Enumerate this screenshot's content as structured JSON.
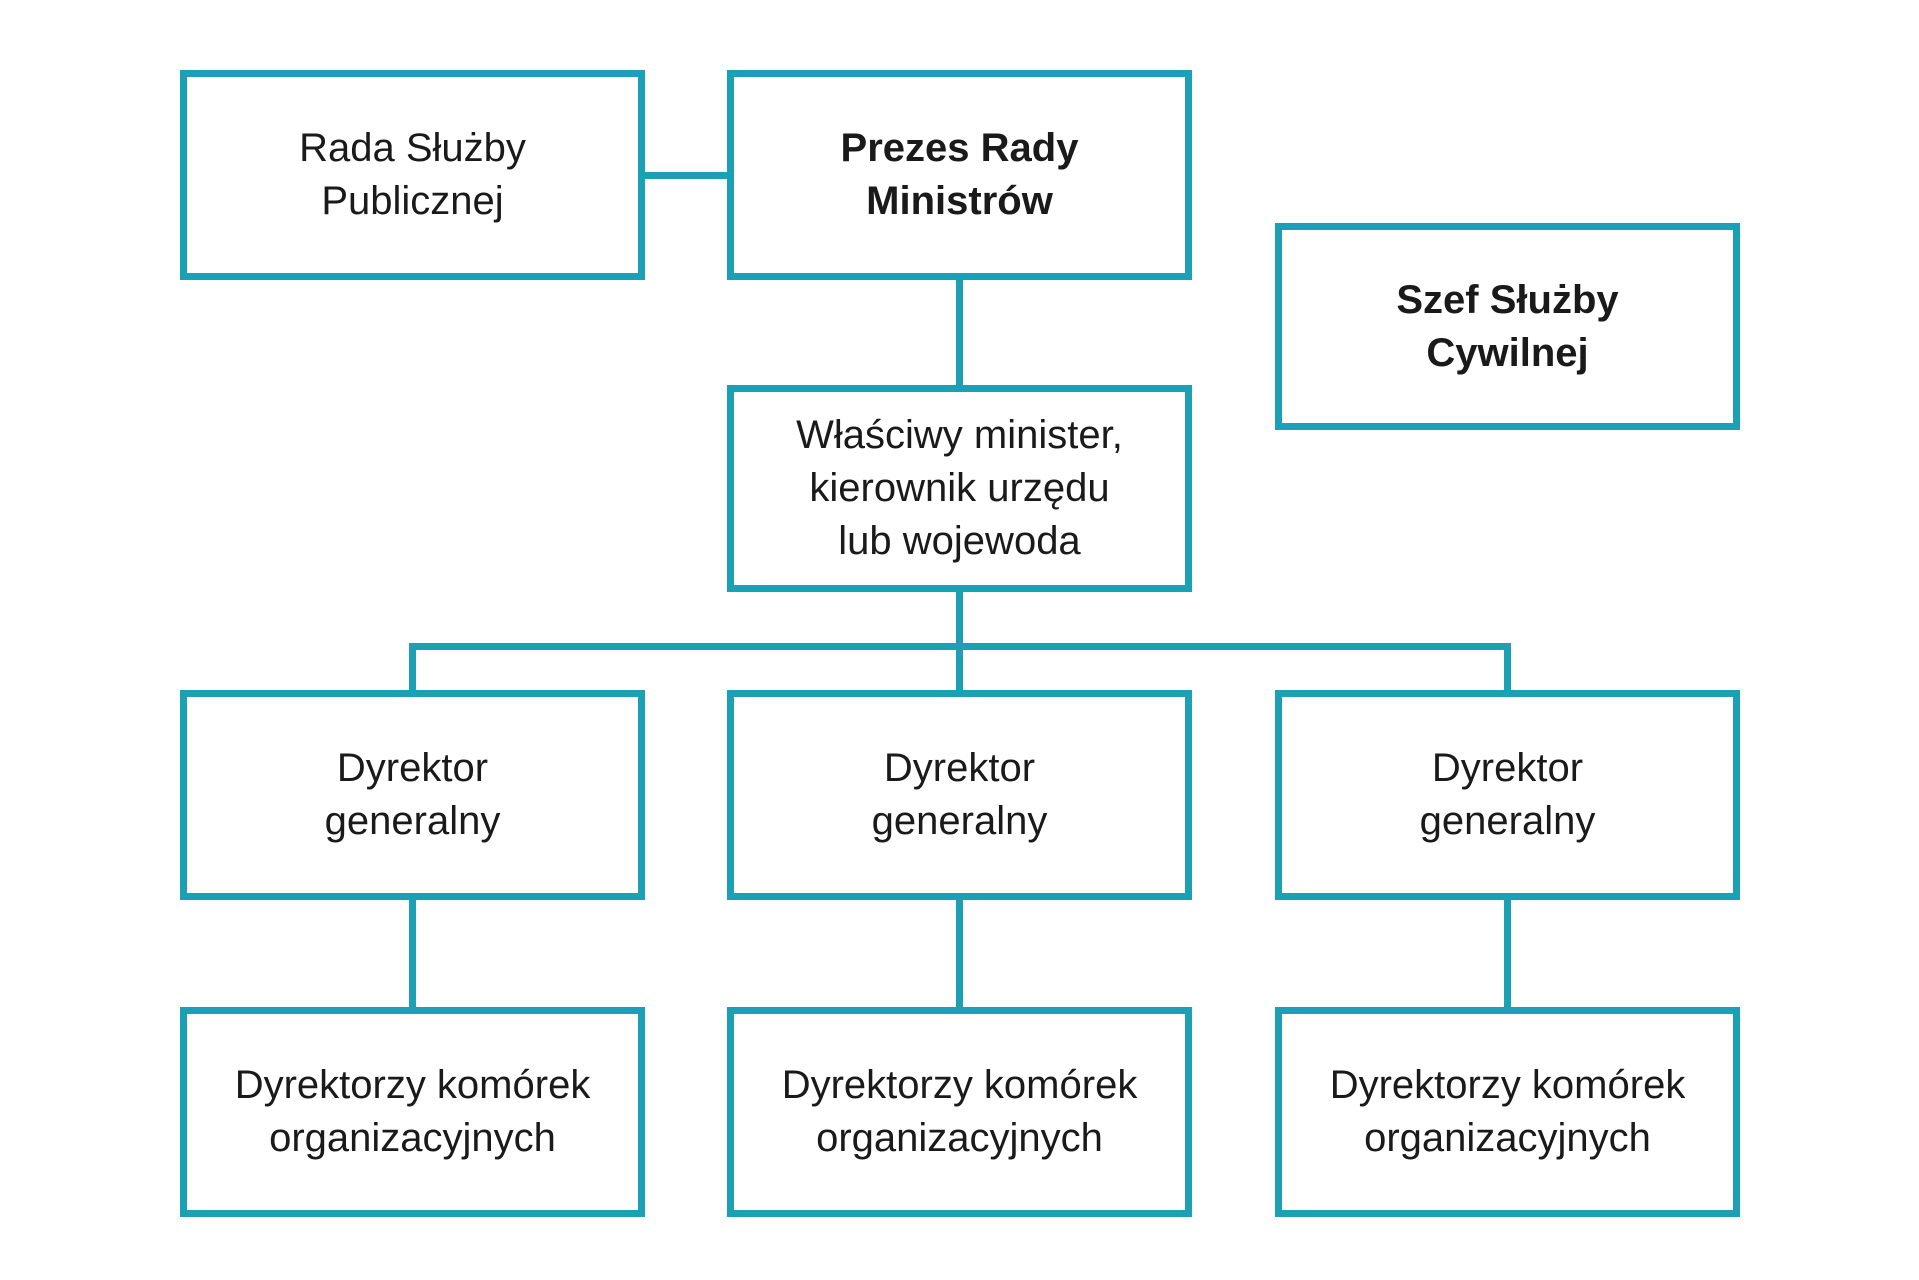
{
  "colors": {
    "accent": "#1BA0B6",
    "text": "#1A1A1A",
    "background": "#FFFFFF"
  },
  "nodes": {
    "rada": {
      "lines": [
        "Rada Służby",
        "Publicznej"
      ],
      "bold": false
    },
    "prezes": {
      "lines": [
        "Prezes Rady",
        "Ministrów"
      ],
      "bold": true
    },
    "szef": {
      "lines": [
        "Szef Służby",
        "Cywilnej"
      ],
      "bold": true
    },
    "minister": {
      "lines": [
        "Właściwy minister,",
        "kierownik urzędu",
        "lub wojewoda"
      ],
      "bold": false
    },
    "dyrektor1": {
      "lines": [
        "Dyrektor",
        "generalny"
      ],
      "bold": false
    },
    "dyrektor2": {
      "lines": [
        "Dyrektor",
        "generalny"
      ],
      "bold": false
    },
    "dyrektor3": {
      "lines": [
        "Dyrektor",
        "generalny"
      ],
      "bold": false
    },
    "org1": {
      "lines": [
        "Dyrektorzy komórek",
        "organizacyjnych"
      ],
      "bold": false
    },
    "org2": {
      "lines": [
        "Dyrektorzy komórek",
        "organizacyjnych"
      ],
      "bold": false
    },
    "org3": {
      "lines": [
        "Dyrektorzy komórek",
        "organizacyjnych"
      ],
      "bold": false
    }
  },
  "edges": [
    {
      "from": "Rada Służby Publicznej",
      "to": "Prezes Rady Ministrów"
    },
    {
      "from": "Prezes Rady Ministrów",
      "to": "Właściwy minister, kierownik urzędu lub wojewoda"
    },
    {
      "from": "Właściwy minister, kierownik urzędu lub wojewoda",
      "to": "Dyrektor generalny (1)"
    },
    {
      "from": "Właściwy minister, kierownik urzędu lub wojewoda",
      "to": "Dyrektor generalny (2)"
    },
    {
      "from": "Właściwy minister, kierownik urzędu lub wojewoda",
      "to": "Dyrektor generalny (3)"
    },
    {
      "from": "Dyrektor generalny (1)",
      "to": "Dyrektorzy komórek organizacyjnych (1)"
    },
    {
      "from": "Dyrektor generalny (2)",
      "to": "Dyrektorzy komórek organizacyjnych (2)"
    },
    {
      "from": "Dyrektor generalny (3)",
      "to": "Dyrektorzy komórek organizacyjnych (3)"
    }
  ]
}
